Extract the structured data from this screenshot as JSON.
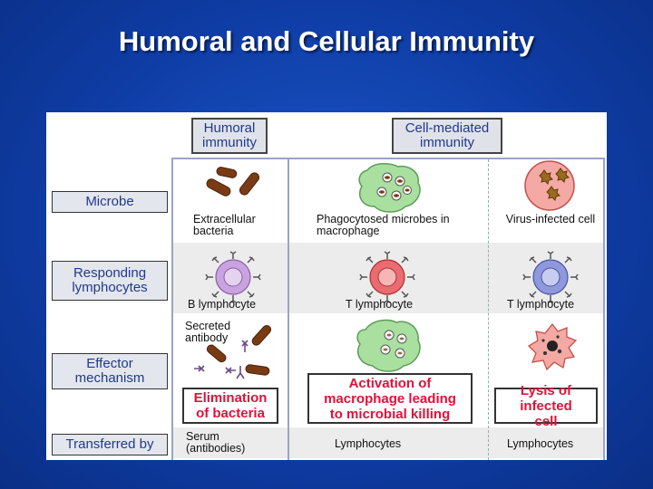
{
  "title": "Humoral and Cellular Immunity",
  "headers": {
    "humoral": "Humoral immunity",
    "cell_mediated": "Cell-mediated immunity"
  },
  "rows": {
    "microbe": "Microbe",
    "responding": "Responding lymphocytes",
    "effector": "Effector mechanism",
    "transferred": "Transferred by"
  },
  "microbe_labels": {
    "humoral": "Extracellular bacteria",
    "macrophage": "Phagocytosed microbes in macrophage",
    "virus": "Virus-infected cell"
  },
  "lymphocyte_labels": {
    "b": "B lymphocyte",
    "t1": "T lymphocyte",
    "t2": "T lymphocyte"
  },
  "effector_labels": {
    "secreted": "Secreted antibody",
    "elimination": "Elimination of bacteria",
    "activation": "Activation of macrophage leading to microbial killing",
    "lysis": "Lysis of infected cell"
  },
  "transfer_labels": {
    "humoral": "Serum (antibodies)",
    "cell1": "Lymphocytes",
    "cell2": "Lymphocytes"
  },
  "colors": {
    "background": "#0f3da6",
    "label_text": "#1f3a8a",
    "emphasis_text": "#e0113a",
    "bacteria": "#7a3b14",
    "macrophage": "#a9e0a0",
    "infected_cell": "#f4a9a4",
    "b_cell": "#c9a3df",
    "t_cell_red": "#ea6c70",
    "t_cell_blue": "#8f98dc"
  }
}
